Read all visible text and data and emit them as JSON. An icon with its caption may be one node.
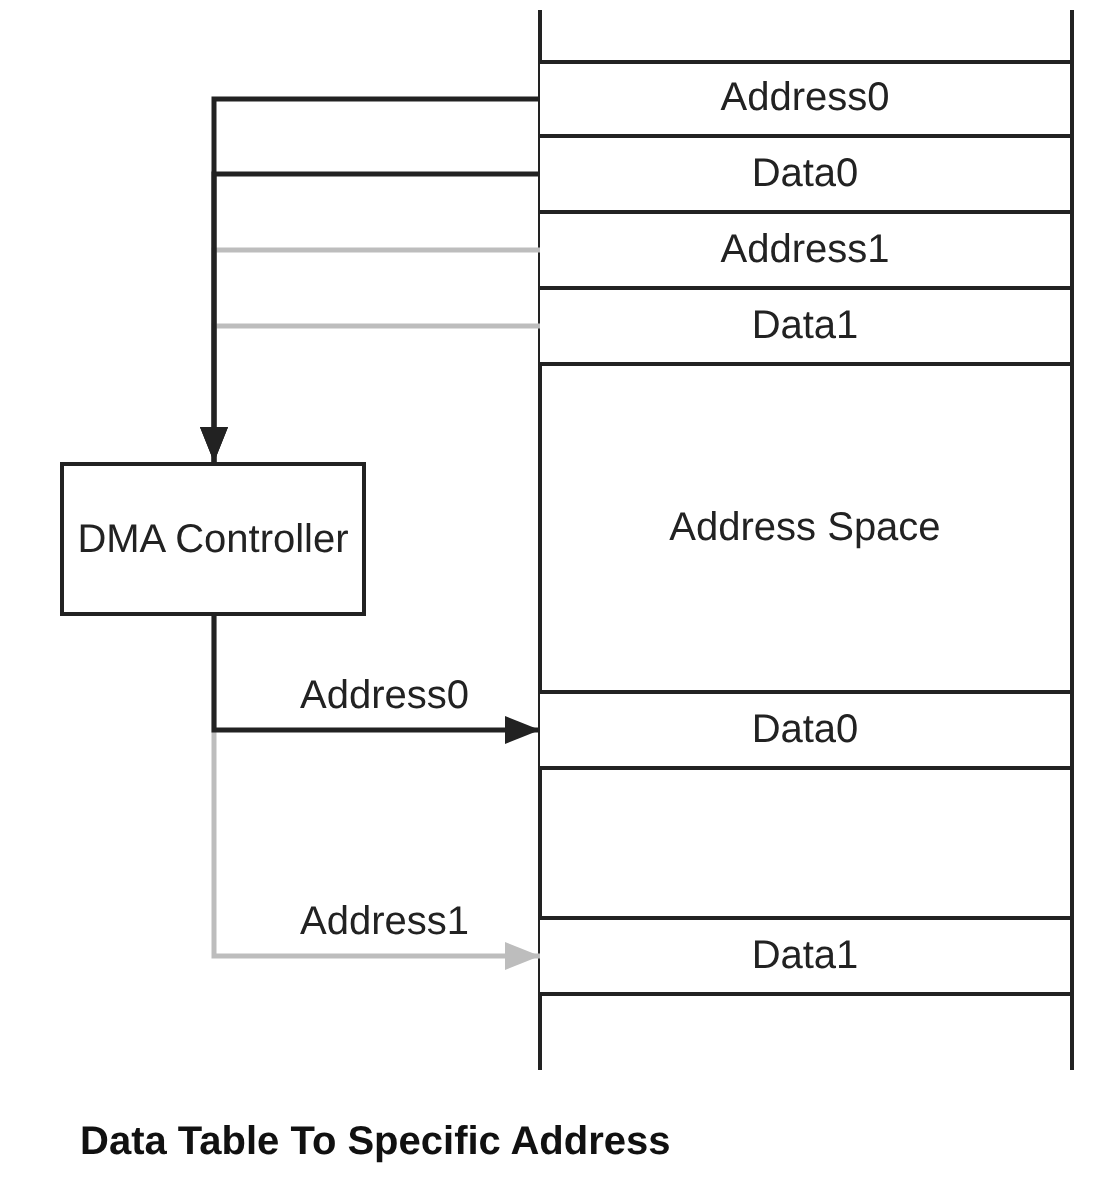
{
  "diagram": {
    "caption": "Data Table To Specific Address",
    "nodes": [
      {
        "text": [
          "Address0"
        ]
      },
      {
        "text": [
          "Data0"
        ]
      },
      {
        "text": [
          "Address1"
        ]
      },
      {
        "text": [
          "Data1"
        ]
      },
      {
        "text": [
          "Address Space"
        ]
      },
      {
        "text": [
          "Data0"
        ]
      },
      {
        "text": [
          "Data1"
        ]
      },
      {
        "text": [
          "DMA Controller"
        ]
      }
    ],
    "edges": [
      {
        "from": 0,
        "to": 7,
        "arrow": "to"
      },
      {
        "from": 1,
        "to": 7,
        "arrow": "to"
      },
      {
        "from": 2,
        "to": 7,
        "arrow": "to",
        "color": "#bdbdbd"
      },
      {
        "from": 3,
        "to": 7,
        "arrow": "to",
        "color": "#bdbdbd"
      },
      {
        "from": 7,
        "to": 5,
        "arrow": "to",
        "label": "Address0"
      },
      {
        "from": 7,
        "to": 6,
        "arrow": "to",
        "label": "Address1",
        "color": "#bdbdbd"
      }
    ]
  }
}
